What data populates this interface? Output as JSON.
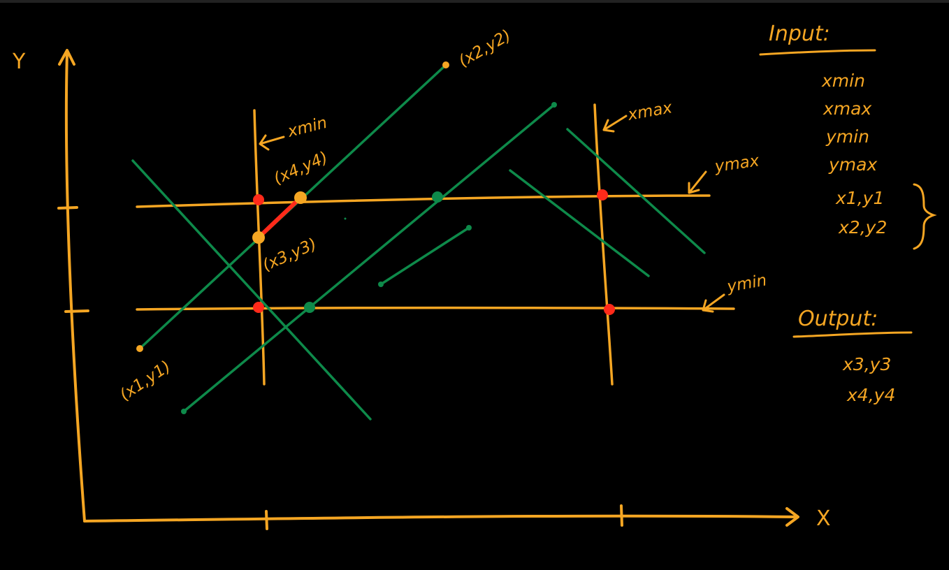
{
  "colors": {
    "background": "#000000",
    "chalk_yellow": "#f5a623",
    "line_green": "#0e8a4a",
    "point_red": "#ff2a1a"
  },
  "axes": {
    "x_label": "X",
    "y_label": "Y"
  },
  "window_labels": {
    "xmin": "xmin",
    "xmax": "xmax",
    "ymax": "ymax",
    "ymin": "ymin"
  },
  "point_labels": {
    "p2": "(x2,y2)",
    "p4": "(x4,y4)",
    "p3": "(x3,y3)",
    "p1": "(x1,y1)"
  },
  "side_panel": {
    "input_heading": "Input:",
    "input_items": [
      "xmin",
      "xmax",
      "ymin",
      "ymax",
      "x1,y1",
      "x2,y2"
    ],
    "output_heading": "Output:",
    "output_items": [
      "x3,y3",
      "x4,y4"
    ]
  }
}
